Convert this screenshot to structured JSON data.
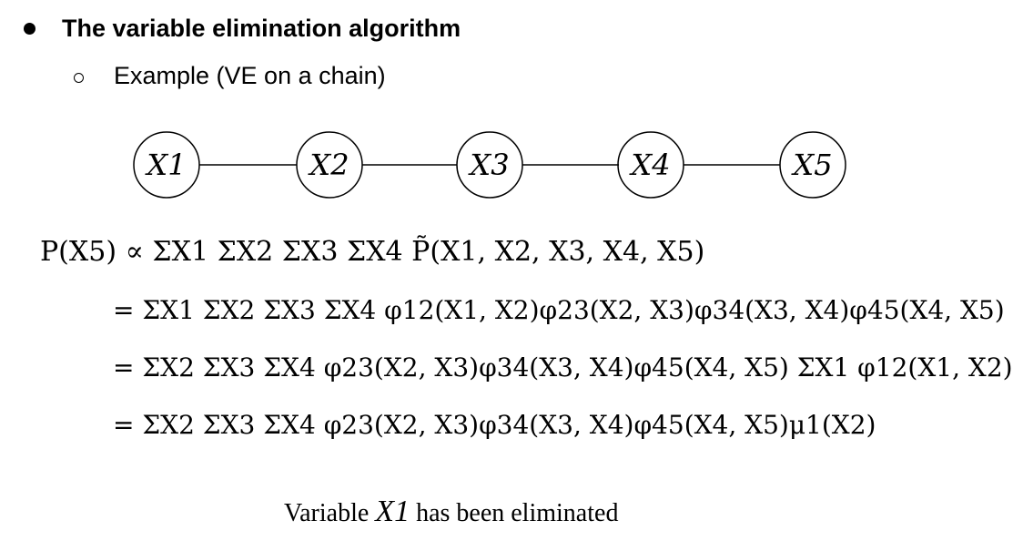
{
  "slide": {
    "heading": "The variable elimination algorithm",
    "subheading": "Example (VE on a chain)"
  },
  "chain": {
    "nodes": [
      "X1",
      "X2",
      "X3",
      "X4",
      "X5"
    ]
  },
  "equations": [
    "P(X5) ∝ ΣX1 ΣX2 ΣX3 ΣX4 P̃(X1, X2, X3, X4, X5)",
    "= ΣX1 ΣX2 ΣX3 ΣX4 φ12(X1, X2)φ23(X2, X3)φ34(X3, X4)φ45(X4, X5)",
    "= ΣX2 ΣX3 ΣX4 φ23(X2, X3)φ34(X3, X4)φ45(X4, X5) ΣX1 φ12(X1, X2)",
    "= ΣX2 ΣX3 ΣX4 φ23(X2, X3)φ34(X3, X4)φ45(X4, X5)μ1(X2)"
  ],
  "caption": {
    "before": "Variable",
    "variable": "X1",
    "after": "has been eliminated"
  }
}
